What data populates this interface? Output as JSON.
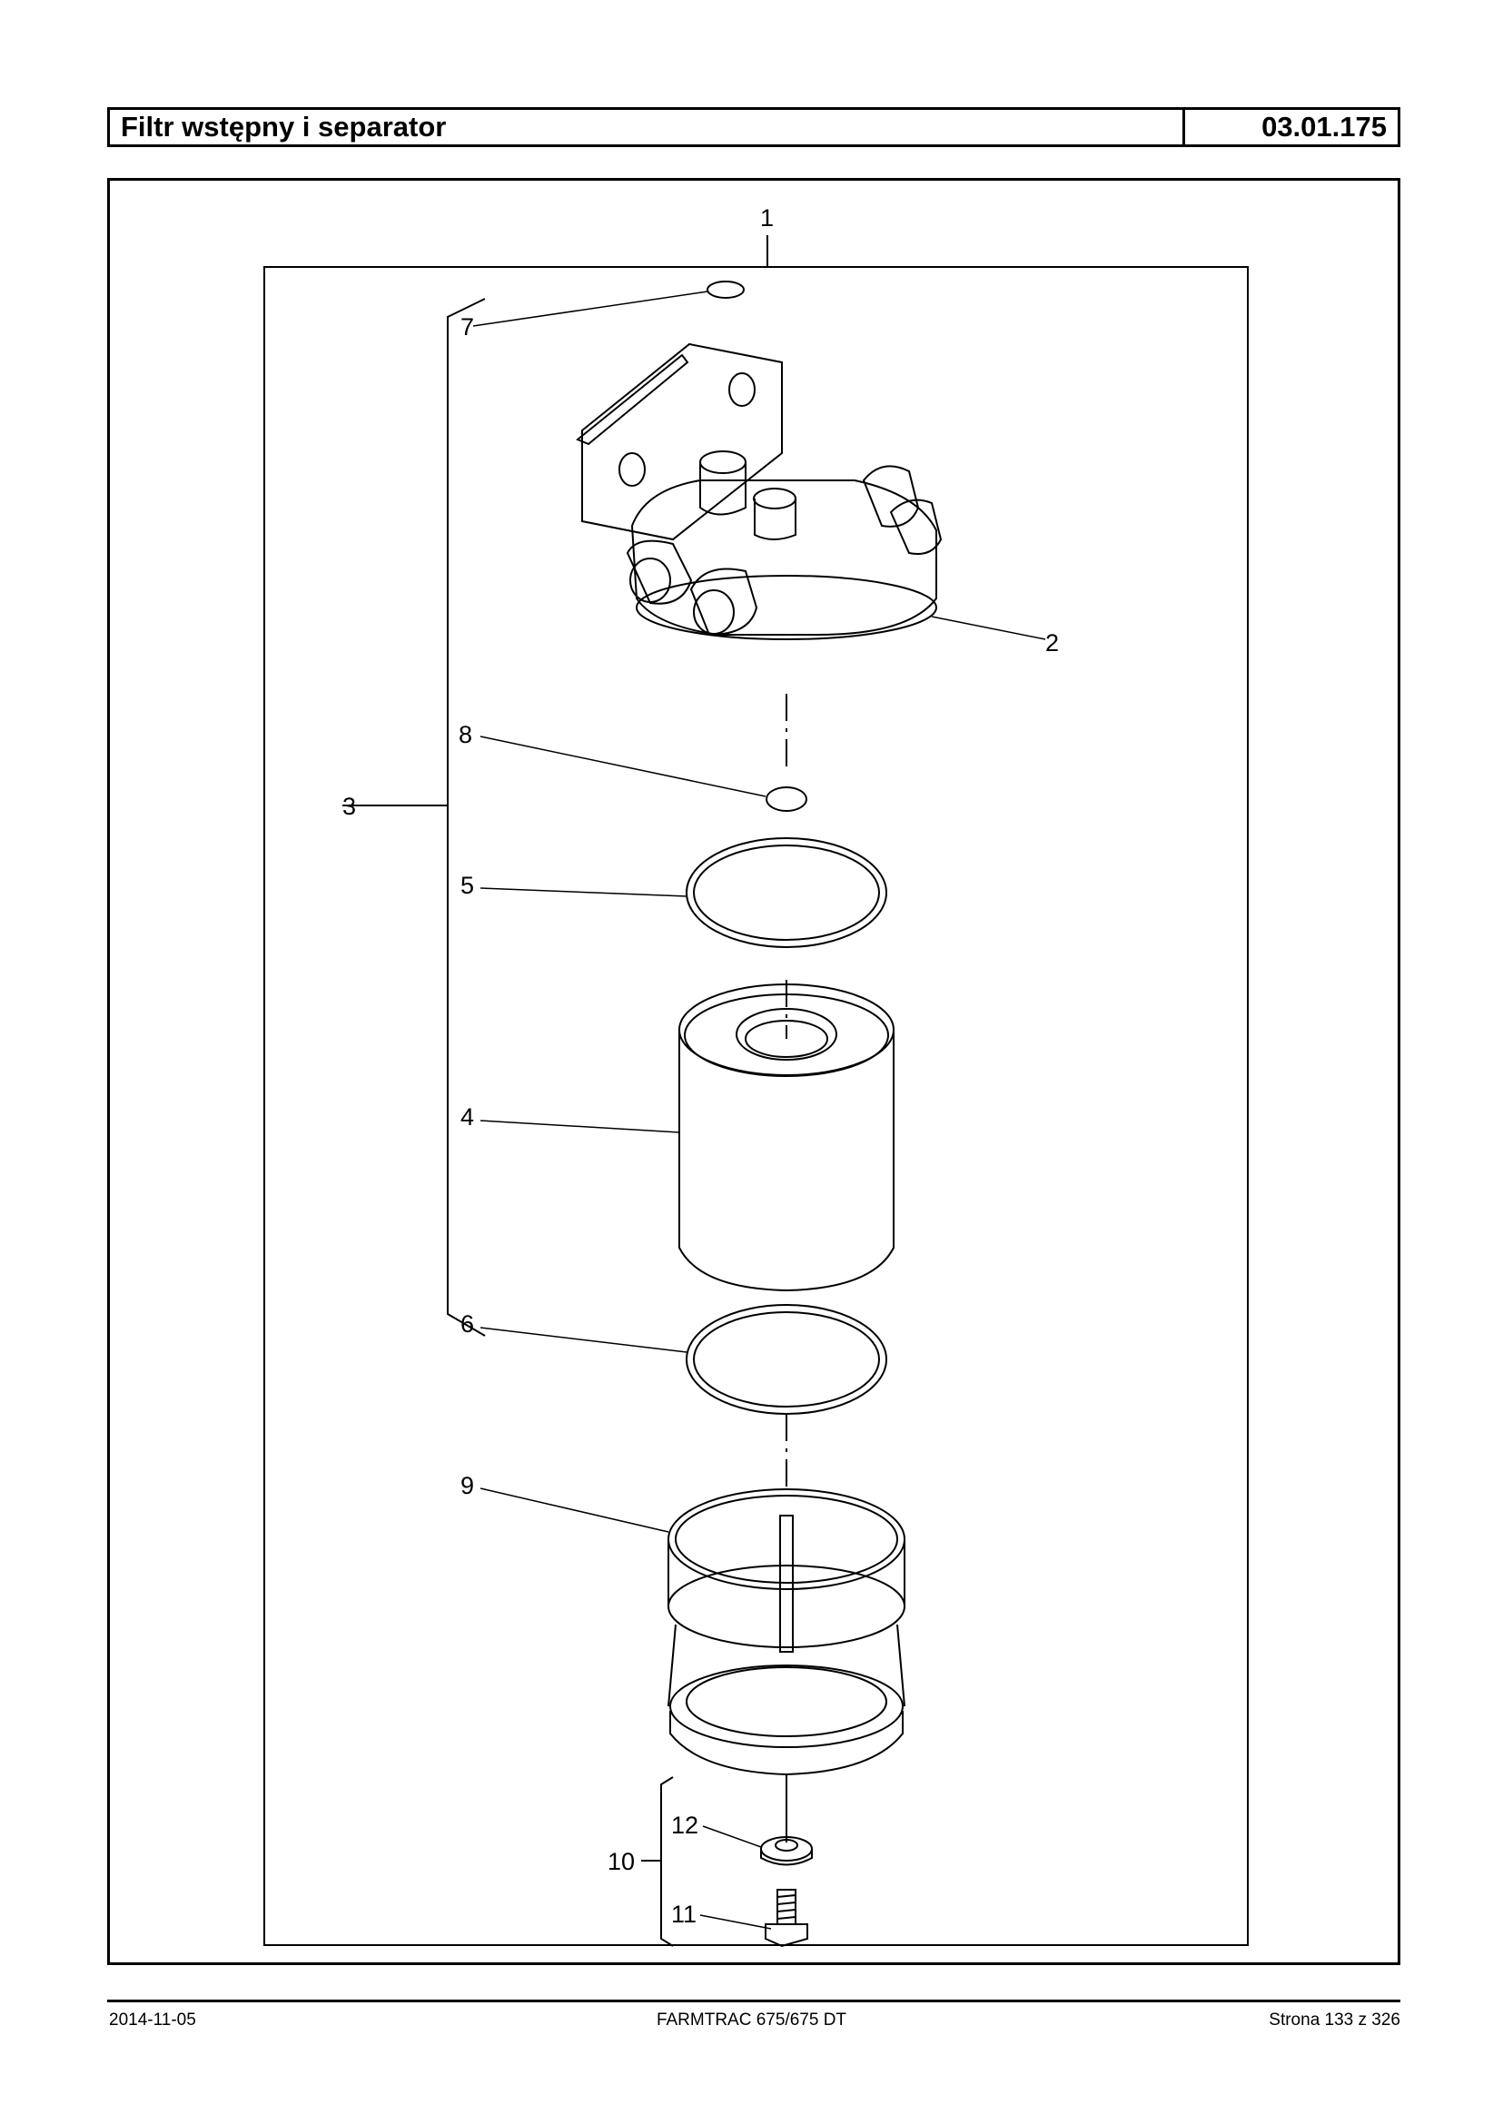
{
  "header": {
    "title": "Filtr wstępny i separator",
    "section_code": "03.01.175"
  },
  "diagram": {
    "callouts": [
      "1",
      "2",
      "3",
      "4",
      "5",
      "6",
      "7",
      "8",
      "9",
      "10",
      "11",
      "12"
    ]
  },
  "footer": {
    "date": "2014-11-05",
    "model": "FARMTRAC 675/675 DT",
    "page": "Strona 133 z 326"
  }
}
